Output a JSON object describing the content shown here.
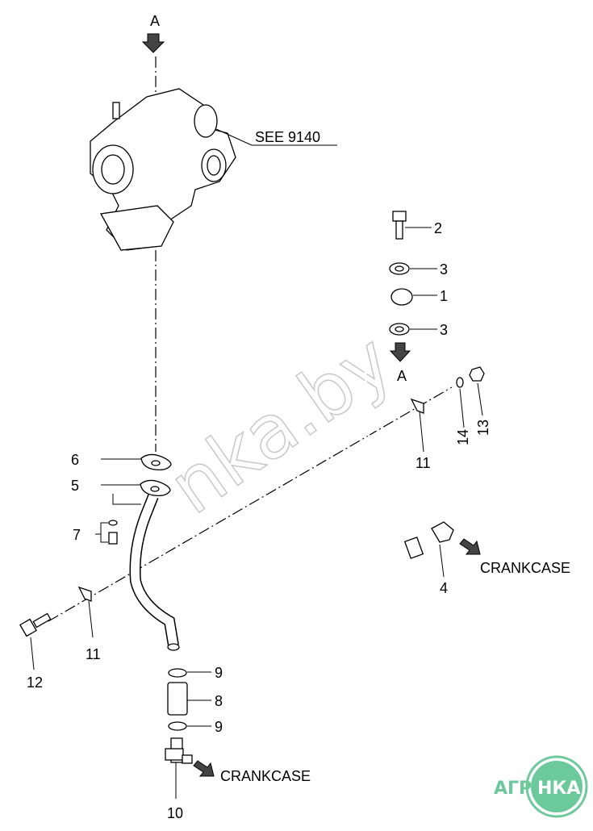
{
  "diagram": {
    "view_label_top": "A",
    "view_label_mid": "A",
    "reference": "SEE 9140",
    "callouts": {
      "c1": "1",
      "c2": "2",
      "c3a": "3",
      "c3b": "3",
      "c4": "4",
      "c5": "5",
      "c6": "6",
      "c7": "7",
      "c8": "8",
      "c9a": "9",
      "c9b": "9",
      "c10": "10",
      "c11a": "11",
      "c11b": "11",
      "c12": "12",
      "c13": "13",
      "c14": "14"
    },
    "crankcase_right": "CRANKCASE",
    "crankcase_bottom": "CRANKCASE"
  },
  "watermark": "nka.by",
  "logo": {
    "left": "АГРО",
    "right": "НКА",
    "color": "#6cc99b"
  }
}
